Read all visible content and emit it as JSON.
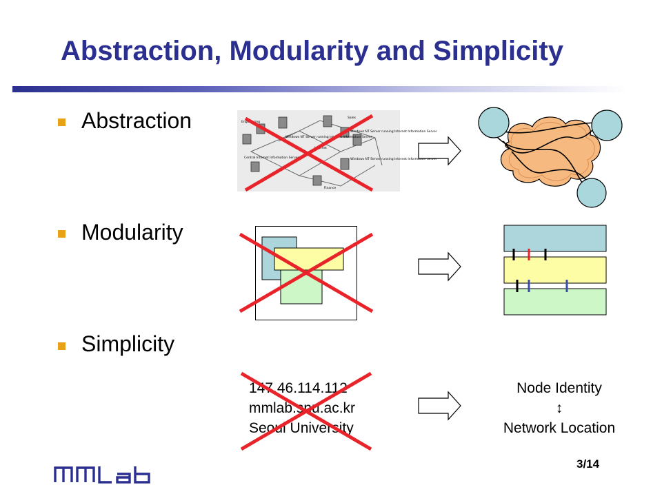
{
  "slide": {
    "title": "Abstraction, Modularity and Simplicity",
    "page_number": "3/14",
    "logo_text": "MMLab"
  },
  "bullets": [
    {
      "label": "Abstraction"
    },
    {
      "label": "Modularity"
    },
    {
      "label": "Simplicity"
    }
  ],
  "network_diagram": {
    "labels": [
      "Engineering",
      "Sales",
      "Internet",
      "Finance",
      "Windows NT Server running Internet Information Server",
      "Windows NT Server running Internet Information Server",
      "Windows NT Server running Internet Information Server",
      "Central Internet Information Server"
    ]
  },
  "simplicity": {
    "left_lines": [
      "147.46.114.112",
      "mmlab.snu.ac.kr",
      "Seoul University"
    ],
    "right_lines": [
      "Node Identity",
      "↕",
      "Network Location"
    ]
  },
  "colors": {
    "title": "#2b2f8f",
    "bullet": "#e8a218",
    "cross": "#e8242a",
    "node": "#a9d7dc",
    "cloud": "#f6b97f",
    "layer_top": "#acd6dc",
    "layer_mid": "#fdfda6",
    "layer_bottom": "#cdf7c7"
  }
}
